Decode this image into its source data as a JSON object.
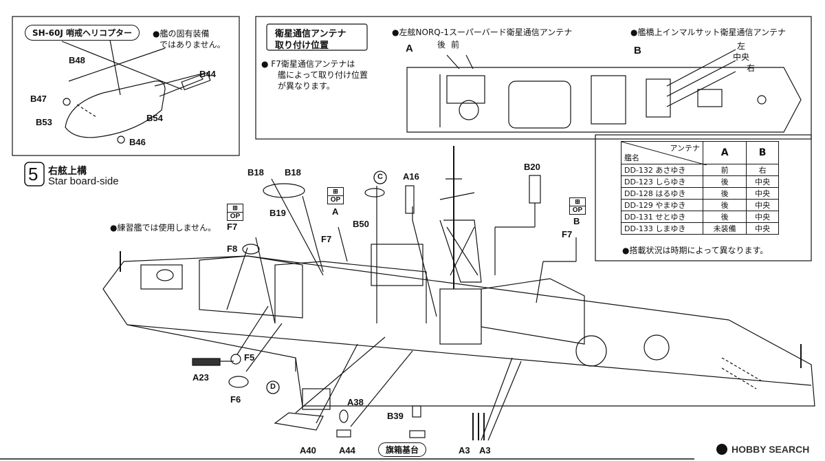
{
  "heli": {
    "title": "SH-60J 哨戒ヘリコプター",
    "note_line1": "●艦の固有装備",
    "note_line2": "ではありません。",
    "parts": [
      "B48",
      "B44",
      "B47",
      "B53",
      "B54",
      "B46"
    ]
  },
  "antenna_box": {
    "title_line1": "衛星通信アンテナ",
    "title_line2": "取り付け位置",
    "note_line1": "● F7衛星通信アンテナは",
    "note_line2": "艦によって取り付け位置",
    "note_line3": "が異なります。",
    "port_title": "●左舷NORQ-1スーパーバード衛星通信アンテナ",
    "bridge_title": "●艦橋上インマルサット衛星通信アンテナ",
    "label_a": "A",
    "label_b": "B",
    "rear": "後",
    "front": "前",
    "left": "左",
    "center": "中央",
    "right": "右"
  },
  "table": {
    "header_antenna": "アンテナ",
    "header_ship": "艦名",
    "col_a": "A",
    "col_b": "B",
    "rows": [
      {
        "ship": "DD-132 あさゆき",
        "a": "前",
        "b": "右"
      },
      {
        "ship": "DD-123 しらゆき",
        "a": "後",
        "b": "中央"
      },
      {
        "ship": "DD-128 はるゆき",
        "a": "後",
        "b": "中央"
      },
      {
        "ship": "DD-129 やまゆき",
        "a": "後",
        "b": "中央"
      },
      {
        "ship": "DD-131 せとゆき",
        "a": "後",
        "b": "中央"
      },
      {
        "ship": "DD-133 しまゆき",
        "a": "未装備",
        "b": "中央"
      }
    ],
    "footnote": "●搭載状況は時期によって異なります。"
  },
  "step": {
    "number": "5",
    "title_jp": "右舷上構",
    "title_en": "Star board-side"
  },
  "training_note": "●練習艦では使用しません。",
  "op_label": "OP",
  "op_a": "A",
  "op_b": "B",
  "circled_c": "C",
  "circled_d": "D",
  "flag_base": "旗箱基台",
  "watermark": "HOBBY SEARCH",
  "parts": {
    "b18a": "B18",
    "b18b": "B18",
    "b19": "B19",
    "a16": "A16",
    "b20": "B20",
    "b50": "B50",
    "f7a": "F7",
    "f7b": "F7",
    "f7c": "F7",
    "f8": "F8",
    "f5": "F5",
    "f6": "F6",
    "a23": "A23",
    "a38": "A38",
    "a40": "A40",
    "a44": "A44",
    "b39": "B39",
    "a3a": "A3",
    "a3b": "A3"
  },
  "colors": {
    "line": "#111111",
    "paper": "#ffffff"
  }
}
